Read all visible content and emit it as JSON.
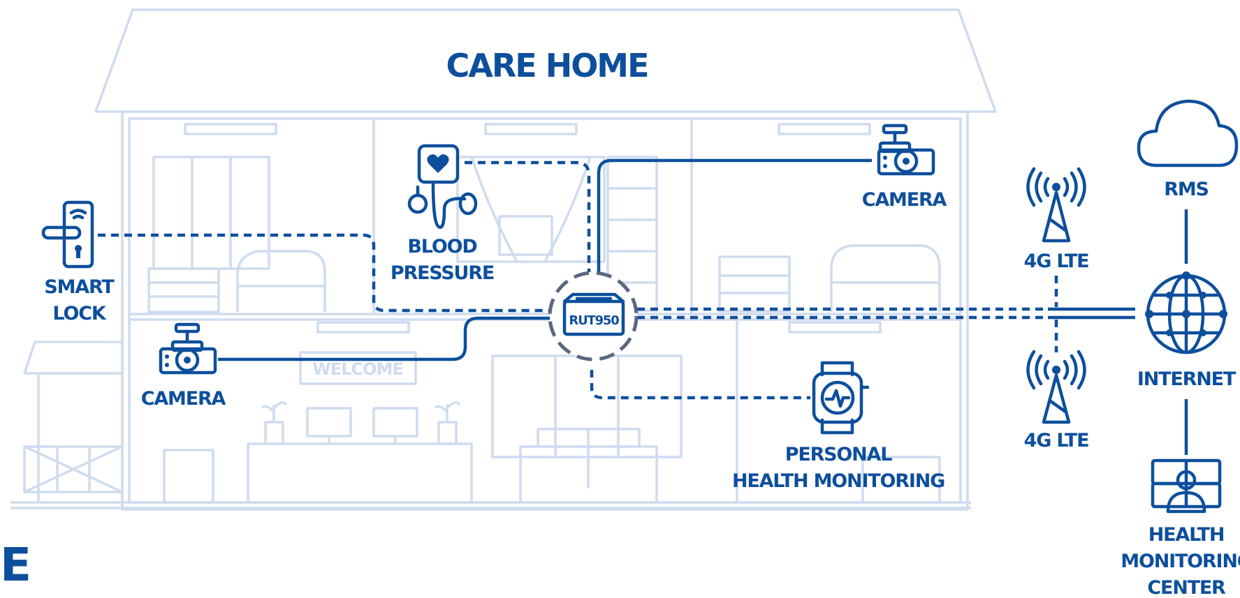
{
  "diagram": {
    "title": "CARE HOME",
    "router_label": "RUT950",
    "welcome_sign": "WELCOME",
    "edge_letter": "E",
    "nodes": {
      "smart_lock": [
        "SMART",
        "LOCK"
      ],
      "blood_pressure": [
        "BLOOD",
        "PRESSURE"
      ],
      "camera_top": "CAMERA",
      "camera_left": "CAMERA",
      "personal_health": [
        "PERSONAL",
        "HEALTH MONITORING"
      ],
      "lte_top": "4G LTE",
      "lte_bottom": "4G LTE",
      "rms": "RMS",
      "internet": "INTERNET",
      "health_center": [
        "HEALTH",
        "MONITORING",
        "CENTER"
      ]
    },
    "colors": {
      "accent": "#0d4f9c",
      "background_art": "#cfdcef"
    },
    "icons": [
      "smart-lock-icon",
      "blood-pressure-icon",
      "camera-icon",
      "router-icon",
      "smartwatch-icon",
      "cell-tower-icon",
      "cloud-icon",
      "globe-icon",
      "health-center-icon"
    ]
  }
}
